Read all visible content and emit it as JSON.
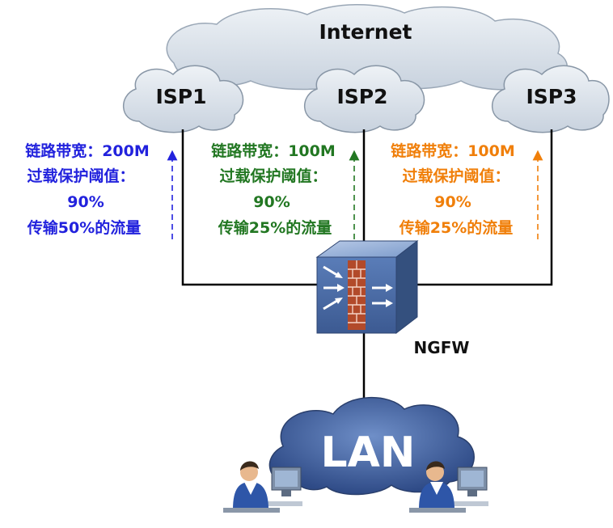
{
  "internet_label": "Internet",
  "nodes": {
    "isp1": "ISP1",
    "isp2": "ISP2",
    "isp3": "ISP3",
    "firewall": "NGFW",
    "lan": "LAN"
  },
  "links": [
    {
      "bandwidth": "链路带宽：200M",
      "threshold_label": "过载保护阈值：",
      "threshold_value": "90%",
      "traffic": "传输50%的流量",
      "color": "#2222dd"
    },
    {
      "bandwidth": "链路带宽：100M",
      "threshold_label": "过载保护阈值：",
      "threshold_value": "90%",
      "traffic": "传输25%的流量",
      "color": "#227722"
    },
    {
      "bandwidth": "链路带宽：100M",
      "threshold_label": "过载保护阈值：",
      "threshold_value": "90%",
      "traffic": "传输25%的流量",
      "color": "#f07f0a"
    }
  ],
  "colors": {
    "cloud_fill": "#d7dfe8",
    "cloud_stroke": "#8896a6",
    "lan_cloud": "#3c5c9c",
    "firewall_body": "#6f8fbf",
    "brick": "#b24a2a"
  }
}
